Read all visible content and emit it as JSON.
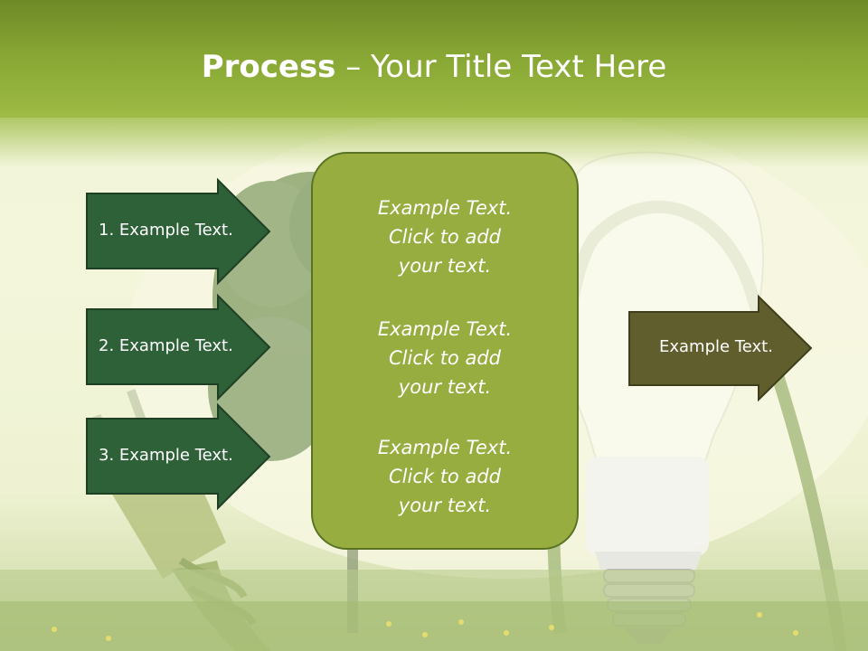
{
  "slide": {
    "title_bold": "Process",
    "title_rest": " – Your Title Text Here"
  },
  "left_arrows": [
    {
      "label": "1. Example Text."
    },
    {
      "label": "2. Example Text."
    },
    {
      "label": "3. Example Text."
    }
  ],
  "panel": {
    "blocks": [
      {
        "line1": "Example Text.",
        "line2": "Click  to add",
        "line3": "your text."
      },
      {
        "line1": "Example Text.",
        "line2": "Click  to add",
        "line3": "your text."
      },
      {
        "line1": "Example Text.",
        "line2": "Click  to add",
        "line3": "your text."
      }
    ]
  },
  "right_arrow": {
    "label": "Example Text."
  },
  "colors": {
    "title_band": "#86a532",
    "left_arrow_fill": "#2f6139",
    "right_arrow_fill": "#5f5e2c",
    "panel_fill": "#97ad3f",
    "panel_border": "#5a7224"
  }
}
